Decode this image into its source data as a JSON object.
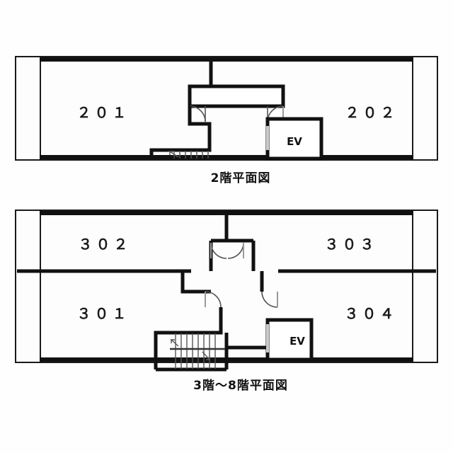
{
  "document": {
    "type": "floor-plan-drawing",
    "background_color": "#fefefe",
    "line_color": "#111111",
    "thin_line_color": "#1a1a1a"
  },
  "plans": [
    {
      "id": "plan-2f",
      "caption": "2階平面図",
      "rooms": [
        {
          "id": "room-201",
          "label": "２０１"
        },
        {
          "id": "room-202",
          "label": "２０２"
        }
      ],
      "elevator": {
        "label": "EV"
      },
      "features": [
        "stair",
        "hall",
        "two-doors",
        "left-balcony",
        "right-balcony"
      ]
    },
    {
      "id": "plan-3f-8f",
      "caption": "3階～8階平面図",
      "rooms": [
        {
          "id": "room-302",
          "label": "３０２"
        },
        {
          "id": "room-303",
          "label": "３０３"
        },
        {
          "id": "room-301",
          "label": "３０１"
        },
        {
          "id": "room-304",
          "label": "３０４"
        }
      ],
      "elevator": {
        "label": "EV"
      },
      "features": [
        "stair-two-run",
        "hall",
        "four-doors",
        "left-balcony",
        "right-balcony"
      ]
    }
  ]
}
